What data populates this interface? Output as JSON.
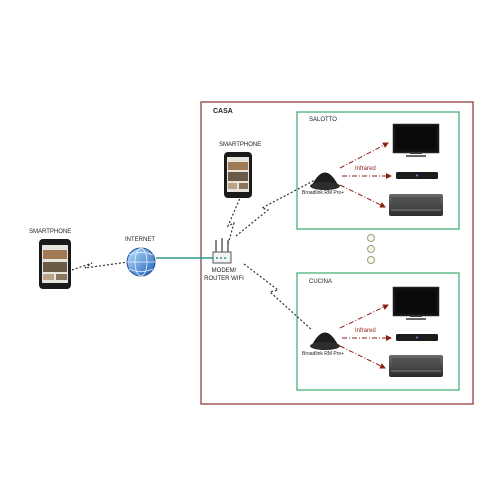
{
  "labels": {
    "casa": "CASA",
    "smartphone_home": "SMARTPHONE",
    "smartphone_remote": "SMARTPHONE",
    "internet": "INTERNET",
    "router_line1": "MODEM/",
    "router_line2": "ROUTER WIFI",
    "room1": "SALOTTO",
    "room2": "CUCINA",
    "broadlink1": "Broadlink RM Pro+",
    "broadlink2": "Broadlink RM Pro+",
    "infrared1": "Infrared",
    "infrared2": "Infrared"
  },
  "colors": {
    "house_border": "#8b2f2f",
    "room_border": "#4caf7a",
    "ir_arrow": "#8a1f14",
    "cable": "#2a9a8a"
  },
  "icons": [
    "smartphone-icon",
    "globe-icon",
    "router-icon",
    "broadlink-hub-icon",
    "tv-icon",
    "soundbar-icon",
    "air-conditioner-icon"
  ]
}
